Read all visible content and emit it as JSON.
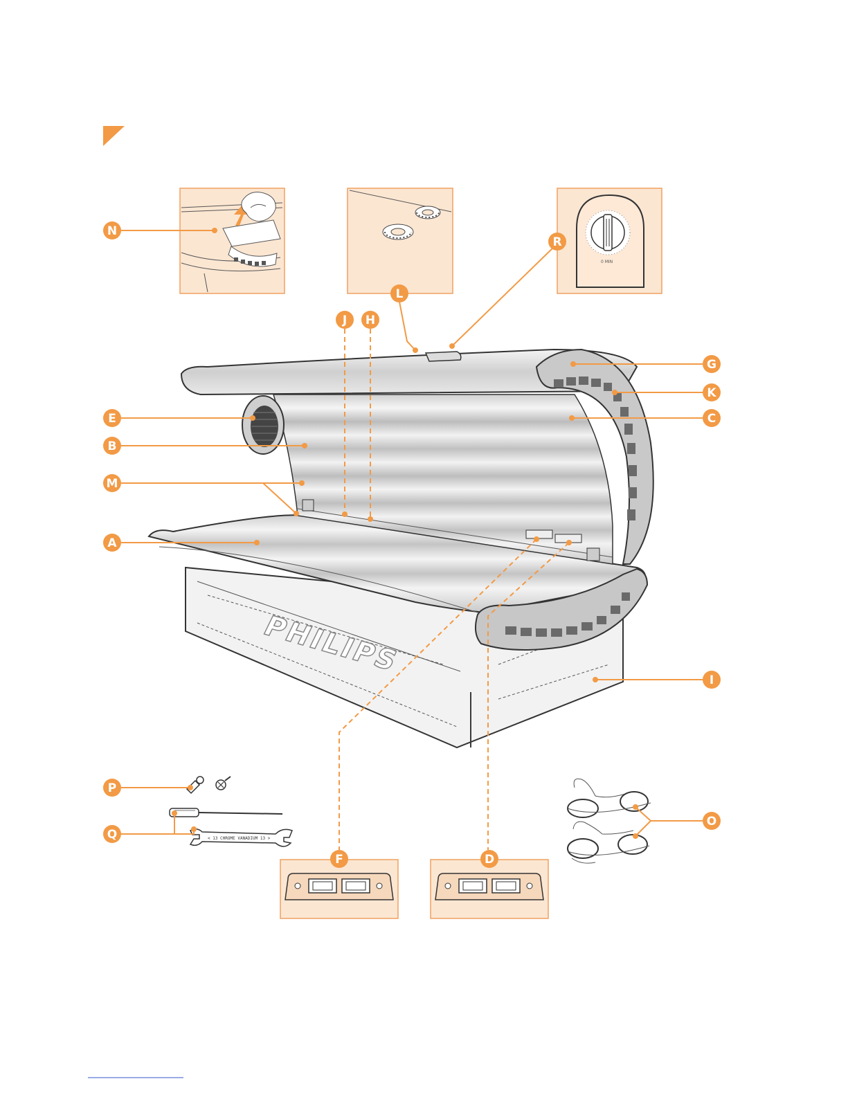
{
  "brand_text": "PHILIPS",
  "wrench_text": "< 13   CHROME VANADIUM   13 >",
  "dial_text": "0 MIN",
  "accent_color": "#f29a45",
  "inset_fill": "#fbe6d2",
  "callouts": {
    "A": "A",
    "B": "B",
    "C": "C",
    "D": "D",
    "E": "E",
    "F": "F",
    "G": "G",
    "H": "H",
    "I": "I",
    "J": "J",
    "K": "K",
    "L": "L",
    "M": "M",
    "N": "N",
    "O": "O",
    "P": "P",
    "Q": "Q",
    "R": "R"
  }
}
